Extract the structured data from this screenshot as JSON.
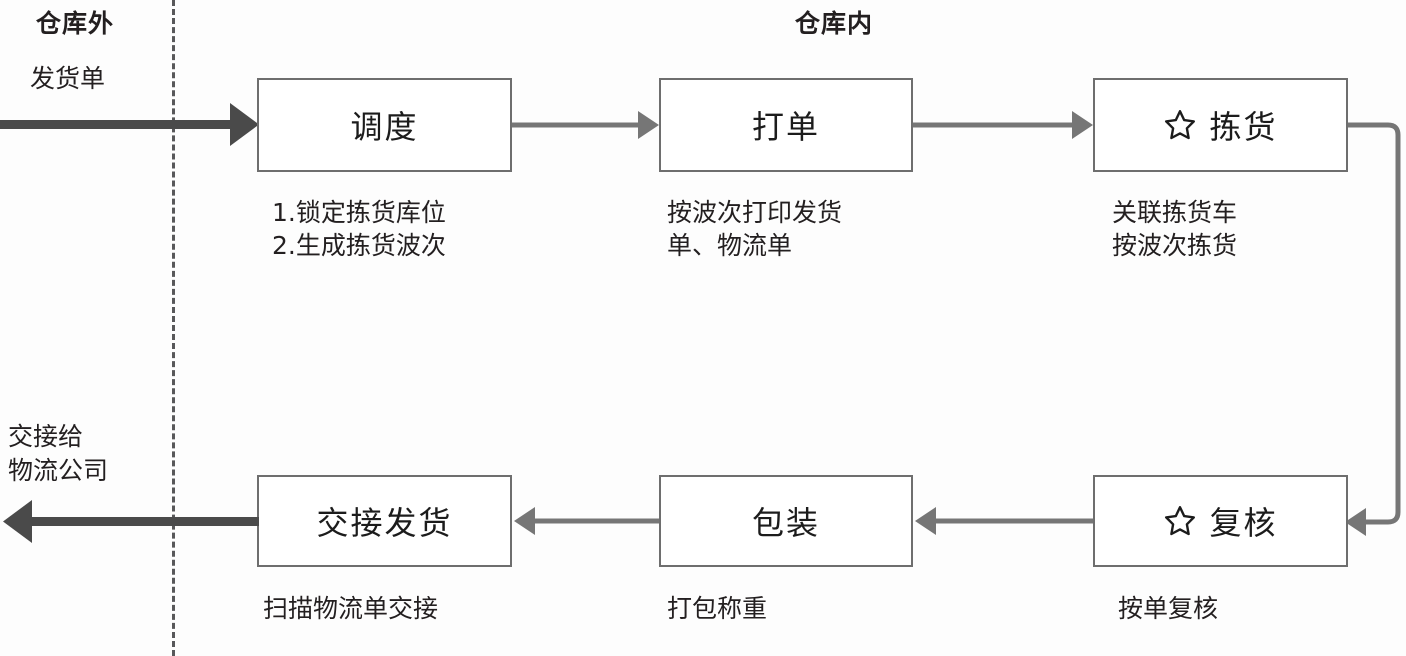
{
  "diagram": {
    "title_outside": "仓库外",
    "title_inside": "仓库内",
    "colors": {
      "box_border": "#6e6e6e",
      "internal_arrow": "#767676",
      "external_arrow": "#4a4a4a",
      "divider": "#58585a",
      "text": "#231f20",
      "background": "#fdfdfd"
    },
    "external_labels": {
      "inbound": "发货单",
      "outbound": "交接给\n物流公司"
    },
    "nodes": [
      {
        "id": "dispatch",
        "label": "调度",
        "icon": null,
        "caption": "1.锁定拣货库位\n2.生成拣货波次"
      },
      {
        "id": "print-order",
        "label": "打单",
        "icon": null,
        "caption": "按波次打印发货\n单、物流单"
      },
      {
        "id": "picking",
        "label": "拣货",
        "icon": "star-icon",
        "caption": "关联拣货车\n按波次拣货"
      },
      {
        "id": "review",
        "label": "复核",
        "icon": "star-icon",
        "caption": "按单复核"
      },
      {
        "id": "packaging",
        "label": "包装",
        "icon": null,
        "caption": "打包称重"
      },
      {
        "id": "handover",
        "label": "交接发货",
        "icon": null,
        "caption": "扫描物流单交接"
      }
    ],
    "connections": [
      {
        "from": "external-in",
        "to": "dispatch",
        "direction": "right",
        "style": "thick"
      },
      {
        "from": "dispatch",
        "to": "print-order",
        "direction": "right",
        "style": "thin"
      },
      {
        "from": "print-order",
        "to": "picking",
        "direction": "right",
        "style": "thin"
      },
      {
        "from": "picking",
        "to": "review",
        "direction": "down-left",
        "style": "thin"
      },
      {
        "from": "review",
        "to": "packaging",
        "direction": "left",
        "style": "thin"
      },
      {
        "from": "packaging",
        "to": "handover",
        "direction": "left",
        "style": "thin"
      },
      {
        "from": "handover",
        "to": "external-out",
        "direction": "left",
        "style": "thick"
      }
    ]
  }
}
